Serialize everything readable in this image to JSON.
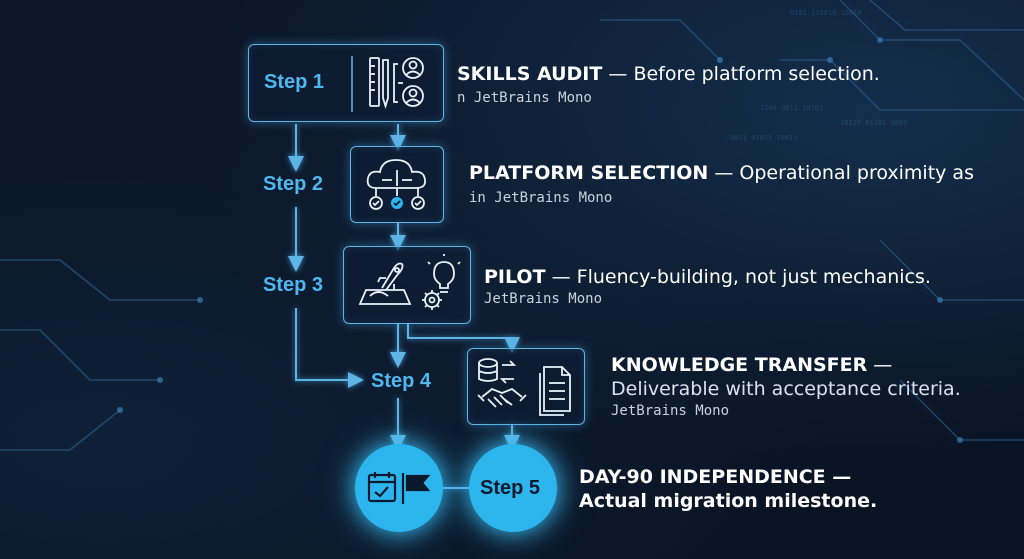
{
  "steps": [
    {
      "label": "Step 1",
      "title": "SKILLS AUDIT",
      "dash": " — ",
      "desc": "Before platform selection.",
      "font_note": "n JetBrains Mono",
      "icon": "ruler-pencil-people-icon"
    },
    {
      "label": "Step 2",
      "title": "PLATFORM SELECTION",
      "dash": " — ",
      "desc": "Operational proximity as",
      "font_note": "in JetBrains Mono",
      "icon": "cloud-network-checks-icon"
    },
    {
      "label": "Step 3",
      "title": "PILOT",
      "dash": " — ",
      "desc": "Fluency-building, not just mechanics.",
      "font_note": "JetBrains Mono",
      "icon": "rocket-lightbulb-gear-icon"
    },
    {
      "label": "Step 4",
      "title": "KNOWLEDGE TRANSFER",
      "dash": " —",
      "desc": "Deliverable with acceptance criteria.",
      "font_note": "JetBrains Mono",
      "icon": "database-handshake-documents-icon"
    },
    {
      "label": "Step 5",
      "title": "DAY-90 INDEPENDENCE",
      "dash": " —",
      "desc": "Actual migration milestone.",
      "icon": "calendar-flag-icon"
    }
  ],
  "colors": {
    "accent": "#4fb7ef",
    "line": "#5fb4e6",
    "circle": "#2db6ee",
    "background": "#0a1424"
  }
}
